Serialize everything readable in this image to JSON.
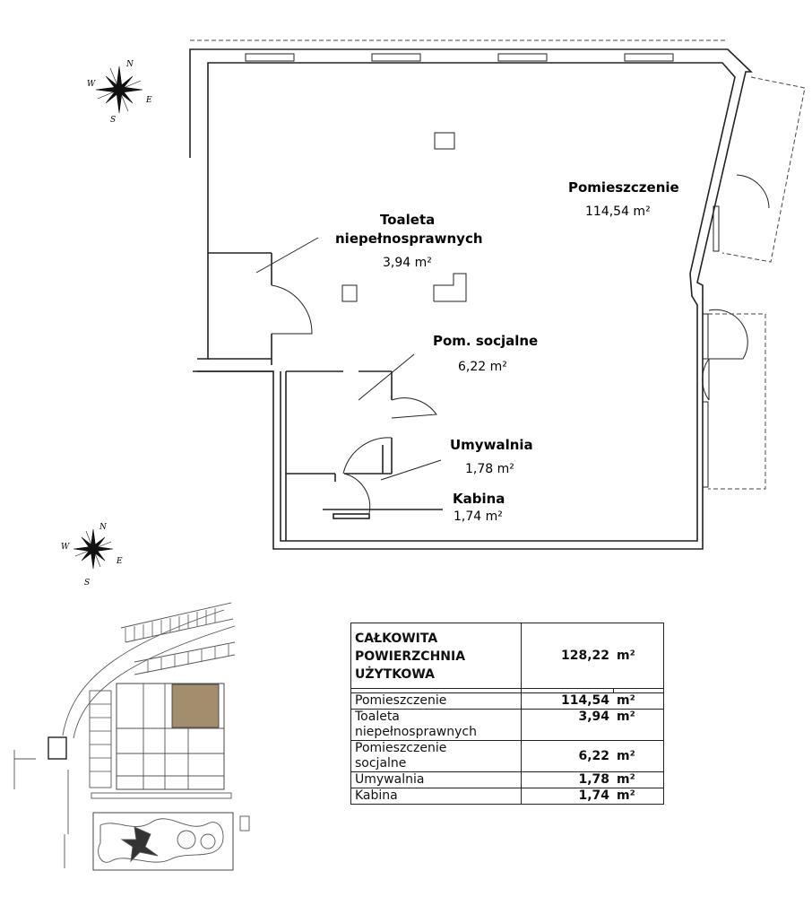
{
  "compass": {
    "n": "N",
    "s": "S",
    "e": "E",
    "w": "W"
  },
  "rooms": [
    {
      "id": "pomieszczenie",
      "name": "Pomieszczenie",
      "area": "114,54 m²"
    },
    {
      "id": "toaleta",
      "name_line1": "Toaleta",
      "name_line2": "niepełnosprawnych",
      "area": "3,94 m²"
    },
    {
      "id": "socjalne",
      "name": "Pom. socjalne",
      "area": "6,22 m²"
    },
    {
      "id": "umywalnia",
      "name": "Umywalnia",
      "area": "1,78 m²"
    },
    {
      "id": "kabina",
      "name": "Kabina",
      "area": "1,74 m²"
    }
  ],
  "summary": {
    "total_label_line1": "CAŁKOWITA",
    "total_label_line2": "POWIERZCHNIA",
    "total_label_line3": "UŻYTKOWA",
    "total_value": "128,22",
    "unit": "m²",
    "rows": [
      {
        "label_line1": "Pomieszczenie",
        "label_line2": "",
        "value": "114,54",
        "unit": "m²"
      },
      {
        "label_line1": "Toaleta",
        "label_line2": "niepełnosprawnych",
        "value": "3,94",
        "unit": "m²"
      },
      {
        "label_line1": "Pomieszczenie",
        "label_line2": "socjalne",
        "value": "6,22",
        "unit": "m²"
      },
      {
        "label_line1": "Umywalnia",
        "label_line2": "",
        "value": "1,78",
        "unit": "m²"
      },
      {
        "label_line1": "Kabina",
        "label_line2": "",
        "value": "1,74",
        "unit": "m²"
      }
    ]
  },
  "colors": {
    "wall": "#222222",
    "highlight": "#a28d6c",
    "site_line": "#555555"
  }
}
